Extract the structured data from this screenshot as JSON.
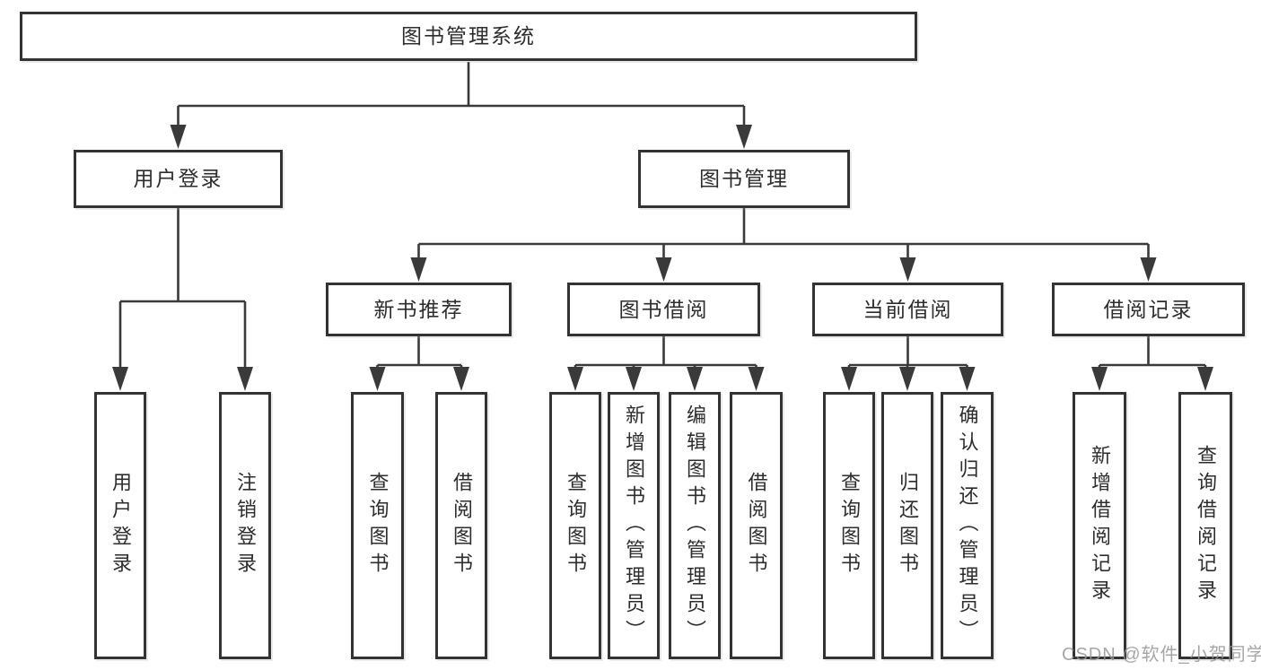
{
  "tree": {
    "root": "图书管理系统",
    "branches": [
      {
        "label": "用户登录",
        "children": [
          "用户登录",
          "注销登录"
        ]
      },
      {
        "label": "图书管理",
        "sections": [
          {
            "label": "新书推荐",
            "children": [
              "查询图书",
              "借阅图书"
            ]
          },
          {
            "label": "图书借阅",
            "children": [
              "查询图书",
              "新增图书（管理员）",
              "编辑图书（管理员）",
              "借阅图书"
            ]
          },
          {
            "label": "当前借阅",
            "children": [
              "查询图书",
              "归还图书",
              "确认归还（管理员）"
            ]
          },
          {
            "label": "借阅记录",
            "children": [
              "新增借阅记录",
              "查询借阅记录"
            ]
          }
        ]
      }
    ]
  },
  "colors": {
    "line": "#3a3a3a",
    "border": "#333333",
    "text": "#2d2d2d",
    "watermark": "#969696"
  },
  "watermark": "CSDN @软件_小贺同学"
}
